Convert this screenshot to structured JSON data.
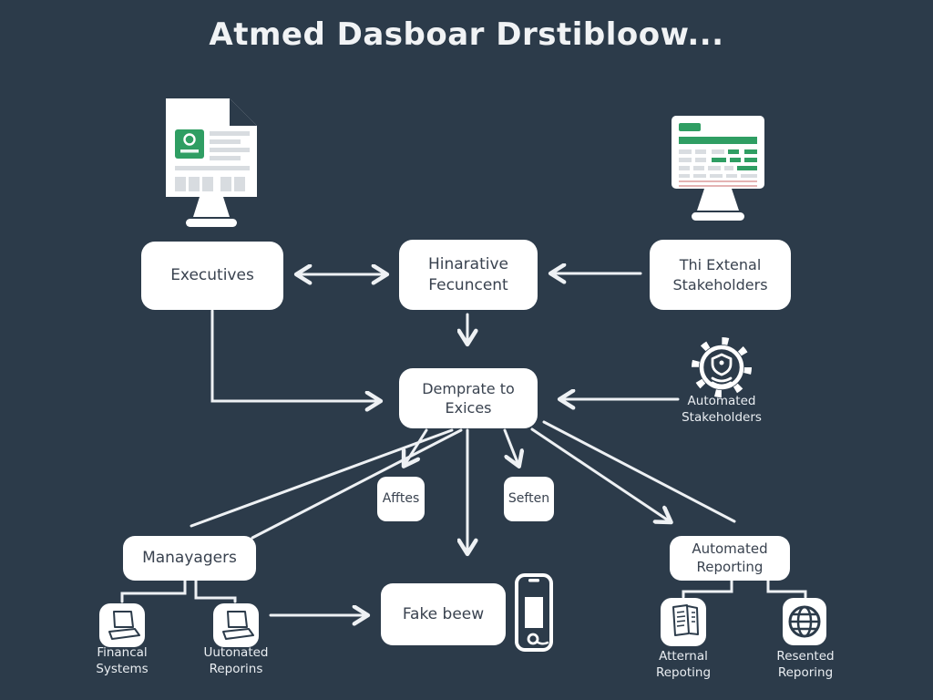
{
  "title": "Atmed Dasboar Drstibloow...",
  "colors": {
    "background": "#2c3b4a",
    "box": "#ffffff",
    "box_text": "#39424f",
    "arrow": "#eef1f4",
    "accent_green": "#2f9e63",
    "accent_pink": "#e4b3b3"
  },
  "nodes": {
    "executives": "Executives",
    "hierarchy": "Hinarative Fecuncent",
    "external_stakeholders": "Thi Extenal Stakeholders",
    "demprate": "Demprate to Exices",
    "afftes": "Afftes",
    "seften": "Seften",
    "managers": "Manayagers",
    "fake_beew": "Fake beew",
    "automated_reporting": "Automated Reporting"
  },
  "icon_labels": {
    "gear": "Automated Stakeholders",
    "financial_systems": "Financal Systems",
    "automated_laptop": "Uutonated Reporins",
    "external_reporting": "Atternal Repoting",
    "presented_reporting": "Resented Reporing"
  }
}
